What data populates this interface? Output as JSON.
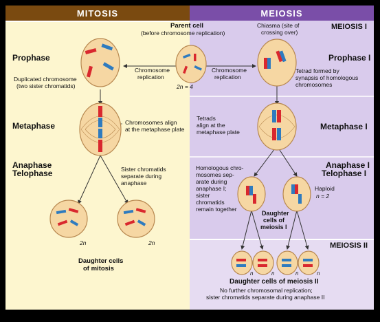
{
  "headers": {
    "mitosis": "MITOSIS",
    "meiosis": "MEIOSIS"
  },
  "sections": {
    "meiosis_one": "MEIOSIS I",
    "meiosis_two": "MEIOSIS II"
  },
  "phases": {
    "prophase_left": "Prophase",
    "metaphase_left": "Metaphase",
    "anaphase_left": "Anaphase",
    "telophase_left": "Telophase",
    "prophase_right": "Prophase I",
    "metaphase_right": "Metaphase I",
    "anaphase_right": "Anaphase I",
    "telophase_right": "Telophase I"
  },
  "labels": {
    "parent_cell": "Parent cell",
    "parent_cell_sub": "(before chromosome replication)",
    "chiasma": "Chiasma (site of",
    "chiasma2": "crossing over)",
    "replication_left_1": "Chromosome",
    "replication_left_2": "replication",
    "replication_right_1": "Chromosome",
    "replication_right_2": "replication",
    "two_n_four": "2n = 4",
    "duplicated_1": "Duplicated chromosome",
    "duplicated_2": "(two sister chromatids)",
    "tetrad_1": "Tetrad formed by",
    "tetrad_2": "synapsis of homologous",
    "tetrad_3": "chromosomes",
    "align_1": "Chromosomes align",
    "align_2": "at the metaphase plate",
    "tetrads_1": "Tetrads",
    "tetrads_2": "align at the",
    "tetrads_3": "metaphase plate",
    "sister_1": "Sister chromatids",
    "sister_2": "separate during",
    "sister_3": "anaphase",
    "homol_1": "Homologous chro-",
    "homol_2": "mosomes sep-",
    "homol_3": "arate during",
    "homol_4": "anaphase I;",
    "homol_5": "sister",
    "homol_6": "chromatids",
    "homol_7": "remain together",
    "haploid": "Haploid",
    "n_two": "n = 2",
    "daughter_mei1_1": "Daughter",
    "daughter_mei1_2": "cells of",
    "daughter_mei1_3": "meiosis I",
    "daughter_mit_1": "Daughter cells",
    "daughter_mit_2": "of mitosis",
    "daughter_mit_2n_a": "2n",
    "daughter_mit_2n_b": "2n",
    "daughter_mei2": "Daughter cells of meiosis II",
    "no_further_1": "No further chromosomal replication;",
    "no_further_2": "sister chromatids separate during anaphase II",
    "n_a": "n",
    "n_b": "n",
    "n_c": "n",
    "n_d": "n"
  },
  "colors": {
    "mitosis_header": "#7a4a10",
    "meiosis_header": "#7a4ea8",
    "mitosis_bg": "#fdf6cf",
    "meiosis_bg": "#e3d8f0",
    "cell_fill": "#f6d7a3",
    "cell_stroke": "#b7874f",
    "red": "#d9282e",
    "blue": "#2f7bbf"
  }
}
